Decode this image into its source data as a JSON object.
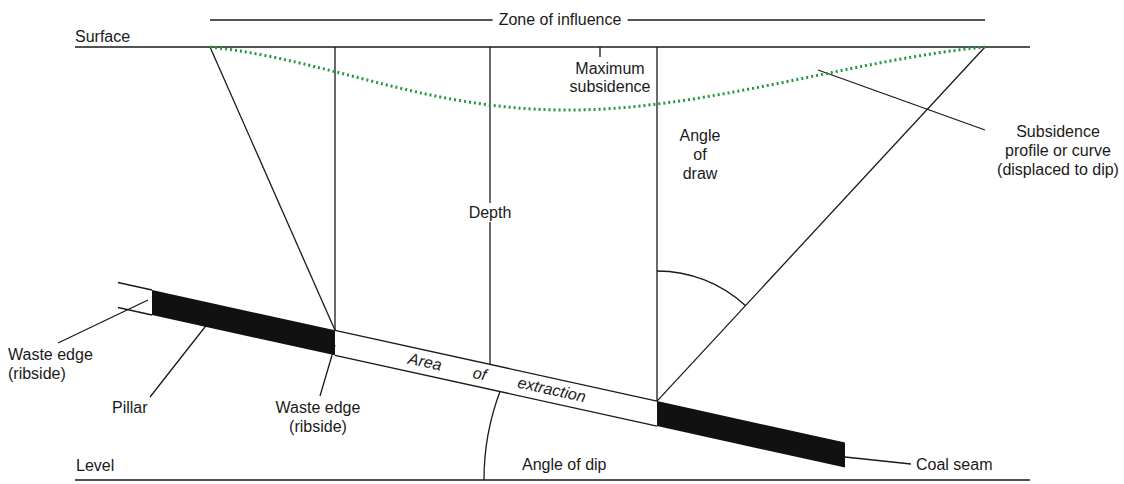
{
  "diagram": {
    "labels": [
      "Zone of influence",
      "Surface",
      "Maximum subsidence",
      "Subsidence profile or curve (displaced to dip)",
      "Depth",
      "Angle of draw",
      "Waste edge (ribside)",
      "Pillar",
      "Area of extraction",
      "Waste edge (ribside)",
      "Angle of dip",
      "Coal seam",
      "Level"
    ]
  }
}
